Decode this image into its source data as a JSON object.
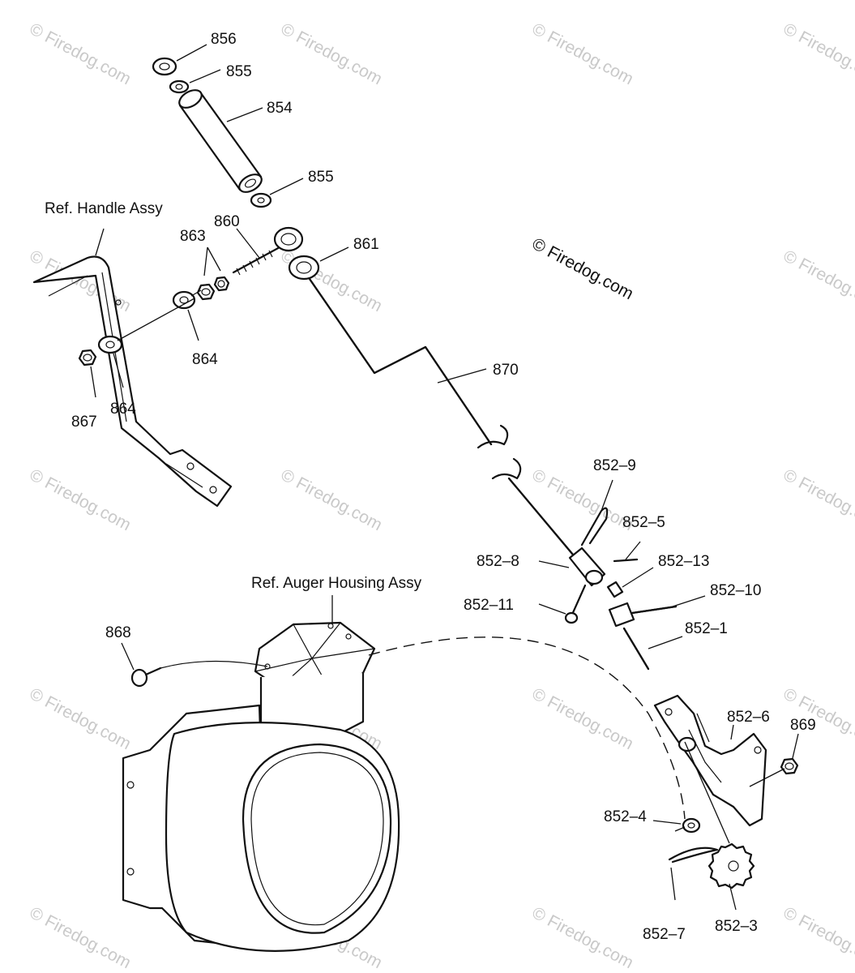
{
  "references": {
    "handle": "Ref. Handle Assy",
    "auger_housing": "Ref. Auger Housing Assy"
  },
  "copyright": "© Firedog.com",
  "watermark": "© Firedog.com",
  "labels": {
    "p856": "856",
    "p855a": "855",
    "p854": "854",
    "p855b": "855",
    "p860": "860",
    "p863": "863",
    "p861": "861",
    "p864a": "864",
    "p864b": "864",
    "p867": "867",
    "p870": "870",
    "p852_9": "852–9",
    "p852_5": "852–5",
    "p852_8": "852–8",
    "p852_13": "852–13",
    "p852_10": "852–10",
    "p852_11": "852–11",
    "p852_1": "852–1",
    "p868": "868",
    "p852_6": "852–6",
    "p869": "869",
    "p852_4": "852–4",
    "p852_7": "852–7",
    "p852_3": "852–3"
  }
}
